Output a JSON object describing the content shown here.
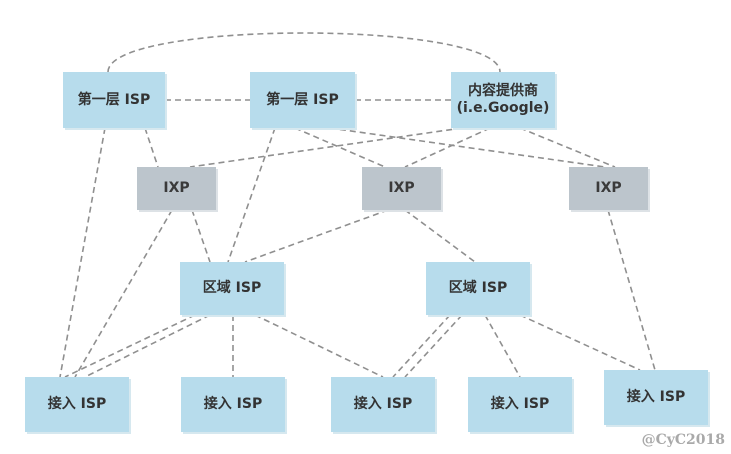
{
  "tier1": [
    {
      "label": "第一层 ISP"
    },
    {
      "label": "第一层 ISP"
    }
  ],
  "content_provider": {
    "label": "内容提供商\n(i.e.Google)"
  },
  "ixps": [
    {
      "label": "IXP"
    },
    {
      "label": "IXP"
    },
    {
      "label": "IXP"
    }
  ],
  "regional": [
    {
      "label": "区域 ISP"
    },
    {
      "label": "区域 ISP"
    }
  ],
  "access": [
    {
      "label": "接入 ISP"
    },
    {
      "label": "接入 ISP"
    },
    {
      "label": "接入 ISP"
    },
    {
      "label": "接入 ISP"
    },
    {
      "label": "接入 ISP"
    }
  ],
  "watermark": "@CyC2018",
  "colors": {
    "isp_fill": "#b7dcec",
    "ixp_fill": "#bcc5cc",
    "link": "#8f8f8f"
  }
}
